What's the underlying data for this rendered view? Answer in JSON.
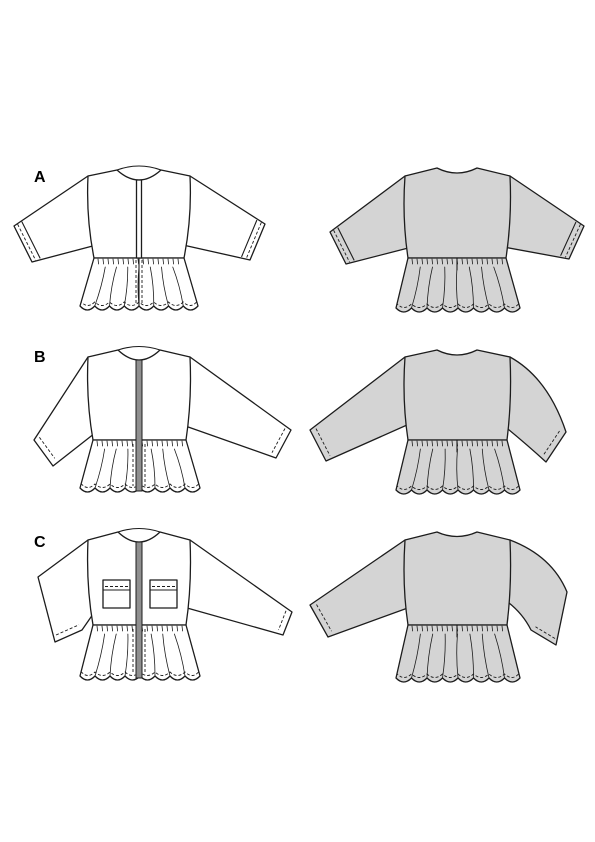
{
  "views": [
    {
      "label": "A"
    },
    {
      "label": "B"
    },
    {
      "label": "C"
    }
  ],
  "colors": {
    "line": "#1c1c1c",
    "front_fill": "#ffffff",
    "back_fill": "#d4d4d4",
    "zipper": "#8f8f8f"
  }
}
